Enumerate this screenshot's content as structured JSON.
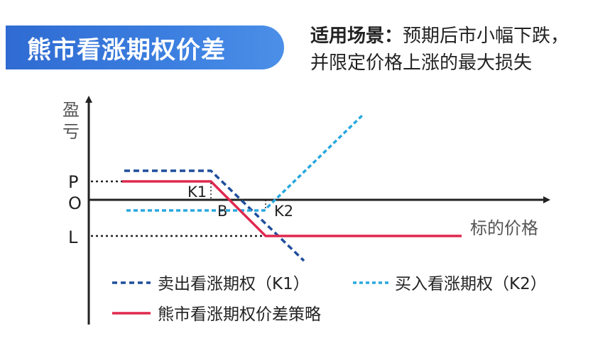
{
  "header": {
    "title": "熊市看涨期权价差",
    "scenario_label": "适用场景：",
    "scenario_line1": "预期后市小幅下跌，",
    "scenario_line2": "并限定价格上涨的最大损失"
  },
  "axes": {
    "y_label_top": "盈",
    "y_label_bottom": "亏",
    "x_label": "标的价格",
    "level_p": "P",
    "level_o": "O",
    "level_l": "L"
  },
  "points": {
    "k1": "K1",
    "b": "B",
    "k2": "K2"
  },
  "legend": {
    "sell_call": "卖出看涨期权（K1）",
    "buy_call": "买入看涨期权（K2）",
    "spread": "熊市看涨期权价差策略"
  },
  "colors": {
    "sell_call": "#1f4e9c",
    "buy_call": "#29a7df",
    "spread": "#e0294f",
    "axis": "#222222",
    "title_bg": "#3575d9"
  }
}
